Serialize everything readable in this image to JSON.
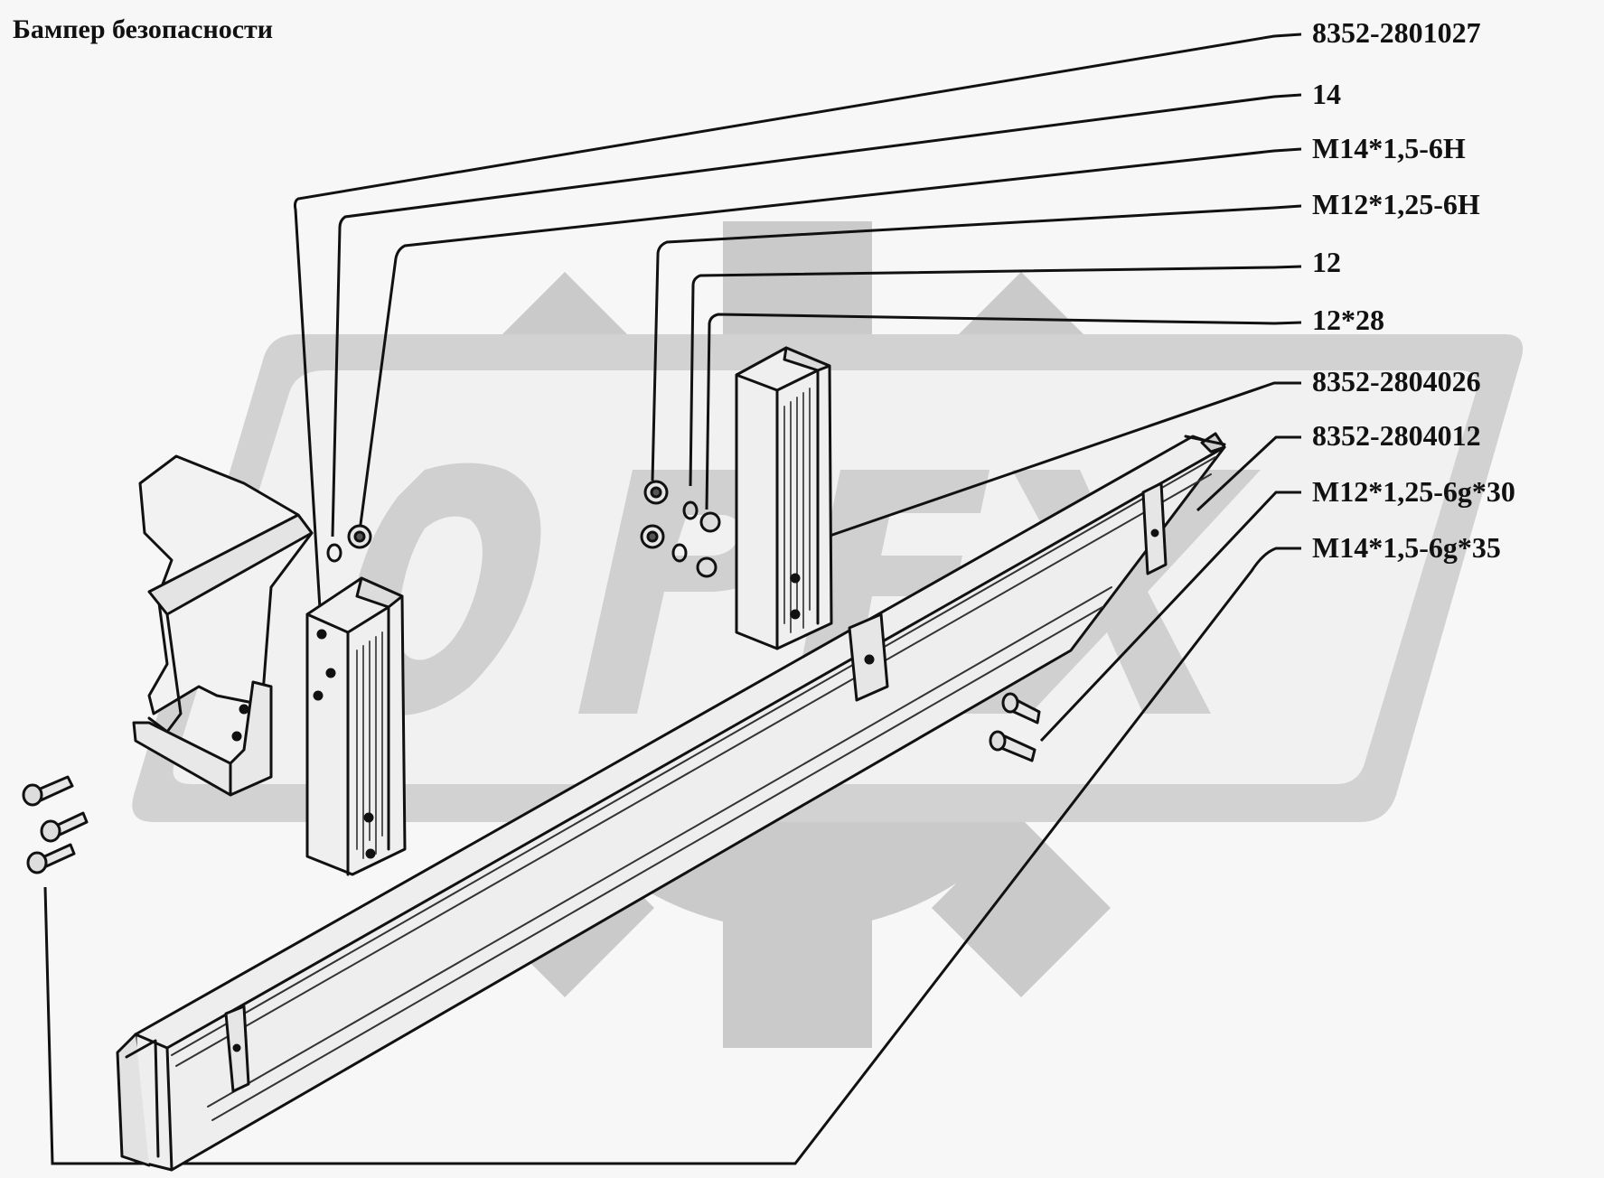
{
  "title": "Бампер безопасности",
  "callouts": [
    {
      "id": "c1",
      "label": "8352-2801027"
    },
    {
      "id": "c2",
      "label": "14"
    },
    {
      "id": "c3",
      "label": "М14*1,5-6Н"
    },
    {
      "id": "c4",
      "label": "М12*1,25-6Н"
    },
    {
      "id": "c5",
      "label": "12"
    },
    {
      "id": "c6",
      "label": "12*28"
    },
    {
      "id": "c7",
      "label": "8352-2804026"
    },
    {
      "id": "c8",
      "label": "8352-2804012"
    },
    {
      "id": "c9",
      "label": "М12*1,25-6g*30"
    },
    {
      "id": "c10",
      "label": "М14*1,5-6g*35"
    }
  ],
  "colors": {
    "ink": "#111111",
    "watermark": "#c9c9c9",
    "paper": "#f7f7f7",
    "part_fill": "#ededed"
  }
}
